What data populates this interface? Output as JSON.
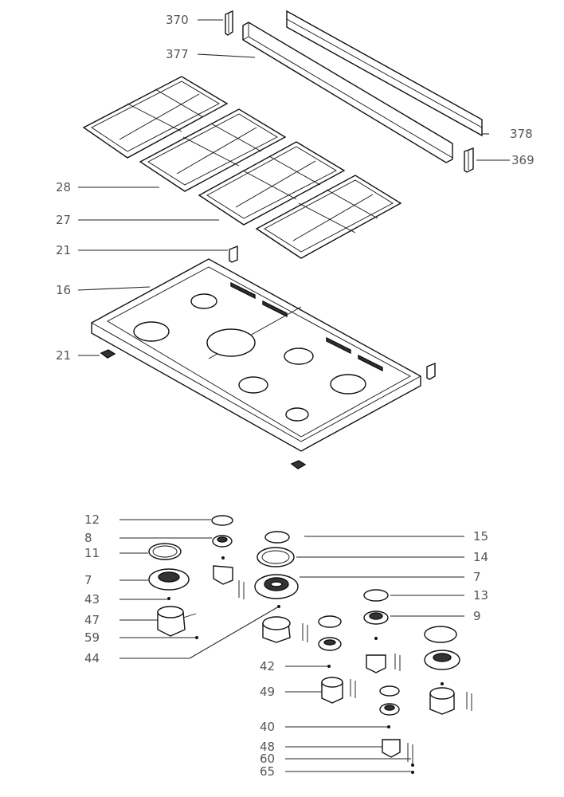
{
  "diagram": {
    "callouts": {
      "c370": "370",
      "c377": "377",
      "c378": "378",
      "c369": "369",
      "c28": "28",
      "c27": "27",
      "c21a": "21",
      "c16": "16",
      "c21b": "21",
      "c12": "12",
      "c8": "8",
      "c11": "11",
      "c7a": "7",
      "c43": "43",
      "c47": "47",
      "c59": "59",
      "c44": "44",
      "c15": "15",
      "c14": "14",
      "c7b": "7",
      "c13": "13",
      "c9": "9",
      "c42": "42",
      "c49": "49",
      "c40": "40",
      "c48": "48",
      "c60": "60",
      "c65": "65"
    },
    "colors": {
      "line": "#111111",
      "label": "#555555",
      "background": "#ffffff"
    }
  }
}
